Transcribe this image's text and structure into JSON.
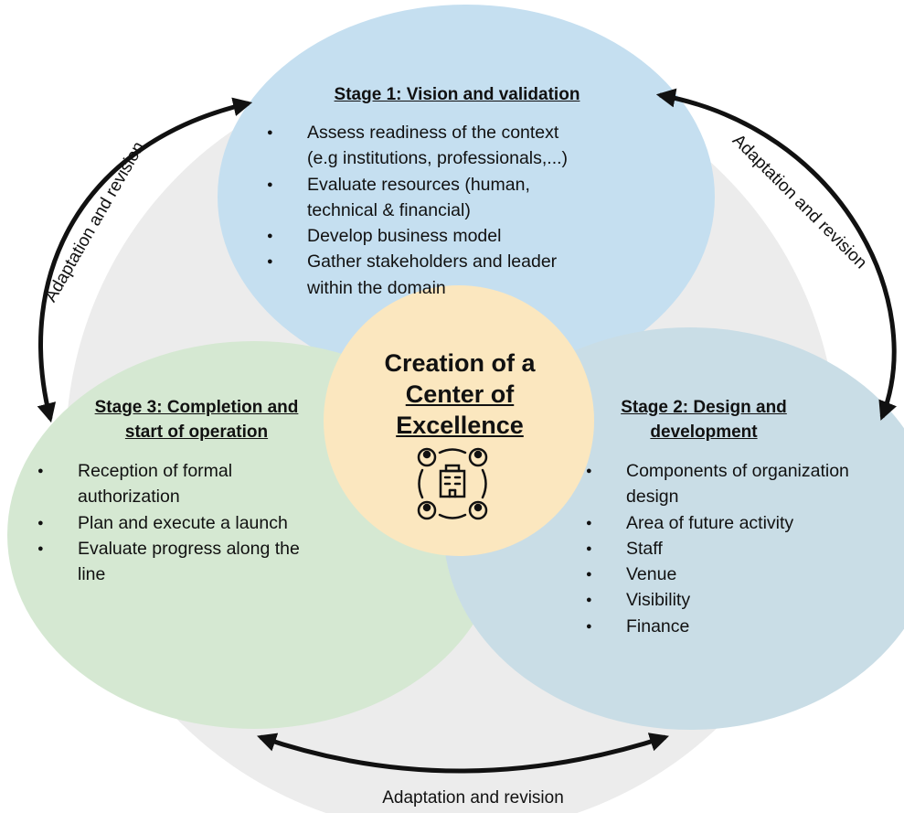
{
  "center": {
    "line1": "Creation of a",
    "line2": "Center of",
    "line3": "Excellence",
    "icon": "organization-network-icon"
  },
  "stage1": {
    "title": "Stage 1: Vision and validation",
    "color": "#c5dff0",
    "items": [
      [
        "Assess readiness of the context",
        "(e.g institutions, professionals,...)"
      ],
      [
        "Evaluate resources (human,",
        "technical & financial)"
      ],
      [
        "Develop business model"
      ],
      [
        "Gather stakeholders and leader",
        "within the domain"
      ]
    ]
  },
  "stage2": {
    "title_line1": "Stage 2: Design and",
    "title_line2": "development",
    "color": "#c9dde6",
    "items": [
      [
        "Components of organization",
        "design"
      ],
      [
        "Area of future activity"
      ],
      [
        "Staff"
      ],
      [
        "Venue"
      ],
      [
        "Visibility"
      ],
      [
        "Finance"
      ]
    ]
  },
  "stage3": {
    "title_line1": "Stage 3: Completion and",
    "title_line2": "start of operation",
    "color": "#d5e8d2",
    "items": [
      [
        "Reception of formal",
        "authorization"
      ],
      [
        "Plan and execute a launch"
      ],
      [
        "Evaluate progress along the",
        "line"
      ]
    ]
  },
  "cycle_labels": {
    "left": "Adaptation and revision",
    "right": "Adaptation and revision",
    "bottom": "Adaptation and revision"
  },
  "colors": {
    "center": "#fbe7bf",
    "background_ring": "#ececec",
    "arrow": "#111111"
  }
}
